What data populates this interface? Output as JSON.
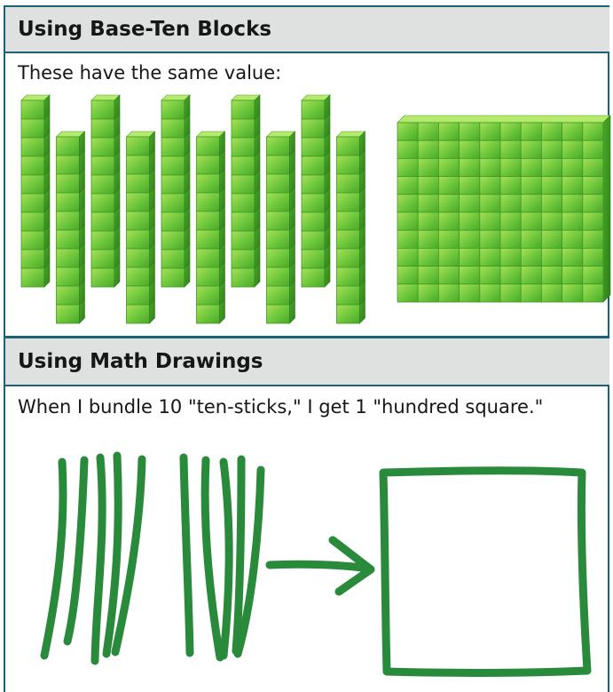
{
  "section1": {
    "title": "Using Base-Ten Blocks",
    "subtitle": "These have the same value:"
  },
  "section2": {
    "title": "Using Math Drawings",
    "subtitle": "When I bundle 10 \"ten-sticks,\" I get 1 \"hundred square.\""
  },
  "blocks": {
    "ten_stick_count": 10,
    "cubes_per_stick": 10,
    "hundred_square_rows": 10,
    "hundred_square_cols": 10
  },
  "drawing": {
    "stick_count": 10,
    "color": "#2a8a3b"
  },
  "colors": {
    "frame": "#1c6276",
    "header_bg": "#dfe1e1",
    "block_light": "#a8e05a",
    "block_mid": "#6cc63a",
    "block_dark": "#3f9a22"
  }
}
